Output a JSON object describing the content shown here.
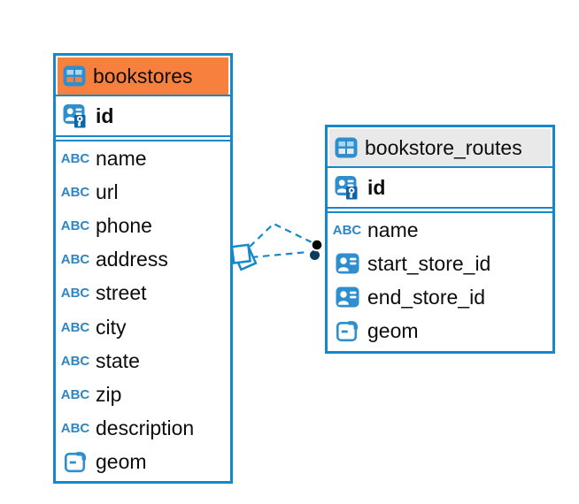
{
  "colors": {
    "accent_blue": "#1588c9",
    "icon_blue": "#2f8fce",
    "icon_cell_light_blue": "#a8d7f2",
    "key_badge_blue": "#0f63a8",
    "bookstores_header_orange": "#f8803f",
    "routes_header_gray": "#e9e9e9",
    "relationship_line_blue": "#1588c9",
    "endpoint_black": "#000000",
    "endpoint_navy": "#0e3a5e",
    "text": "#0d0d0d"
  },
  "tables": [
    {
      "name": "bookstores",
      "header_color": "#f8803f",
      "table_icon": "table-icon",
      "keys": [
        {
          "name": "id",
          "icon": "primary-key-icon"
        }
      ],
      "columns": [
        {
          "name": "name",
          "icon": "text-icon"
        },
        {
          "name": "url",
          "icon": "text-icon"
        },
        {
          "name": "phone",
          "icon": "text-icon"
        },
        {
          "name": "address",
          "icon": "text-icon"
        },
        {
          "name": "street",
          "icon": "text-icon"
        },
        {
          "name": "city",
          "icon": "text-icon"
        },
        {
          "name": "state",
          "icon": "text-icon"
        },
        {
          "name": "zip",
          "icon": "text-icon"
        },
        {
          "name": "description",
          "icon": "text-icon"
        },
        {
          "name": "geom",
          "icon": "geometry-icon"
        }
      ]
    },
    {
      "name": "bookstore_routes",
      "header_color": "#e9e9e9",
      "table_icon": "table-icon",
      "keys": [
        {
          "name": "id",
          "icon": "primary-key-icon"
        }
      ],
      "columns": [
        {
          "name": "name",
          "icon": "text-icon"
        },
        {
          "name": "start_store_id",
          "icon": "reference-icon"
        },
        {
          "name": "end_store_id",
          "icon": "reference-icon"
        },
        {
          "name": "geom",
          "icon": "geometry-icon"
        }
      ]
    }
  ],
  "relationships": [
    {
      "from_table": "bookstore_routes",
      "to_table": "bookstores",
      "line_style": "dashed",
      "source_marker": "overlapping-squares",
      "target_marker": "black-circle"
    },
    {
      "from_table": "bookstore_routes",
      "to_table": "bookstores",
      "line_style": "dashed",
      "source_marker": "overlapping-squares",
      "target_marker": "navy-circle"
    }
  ]
}
